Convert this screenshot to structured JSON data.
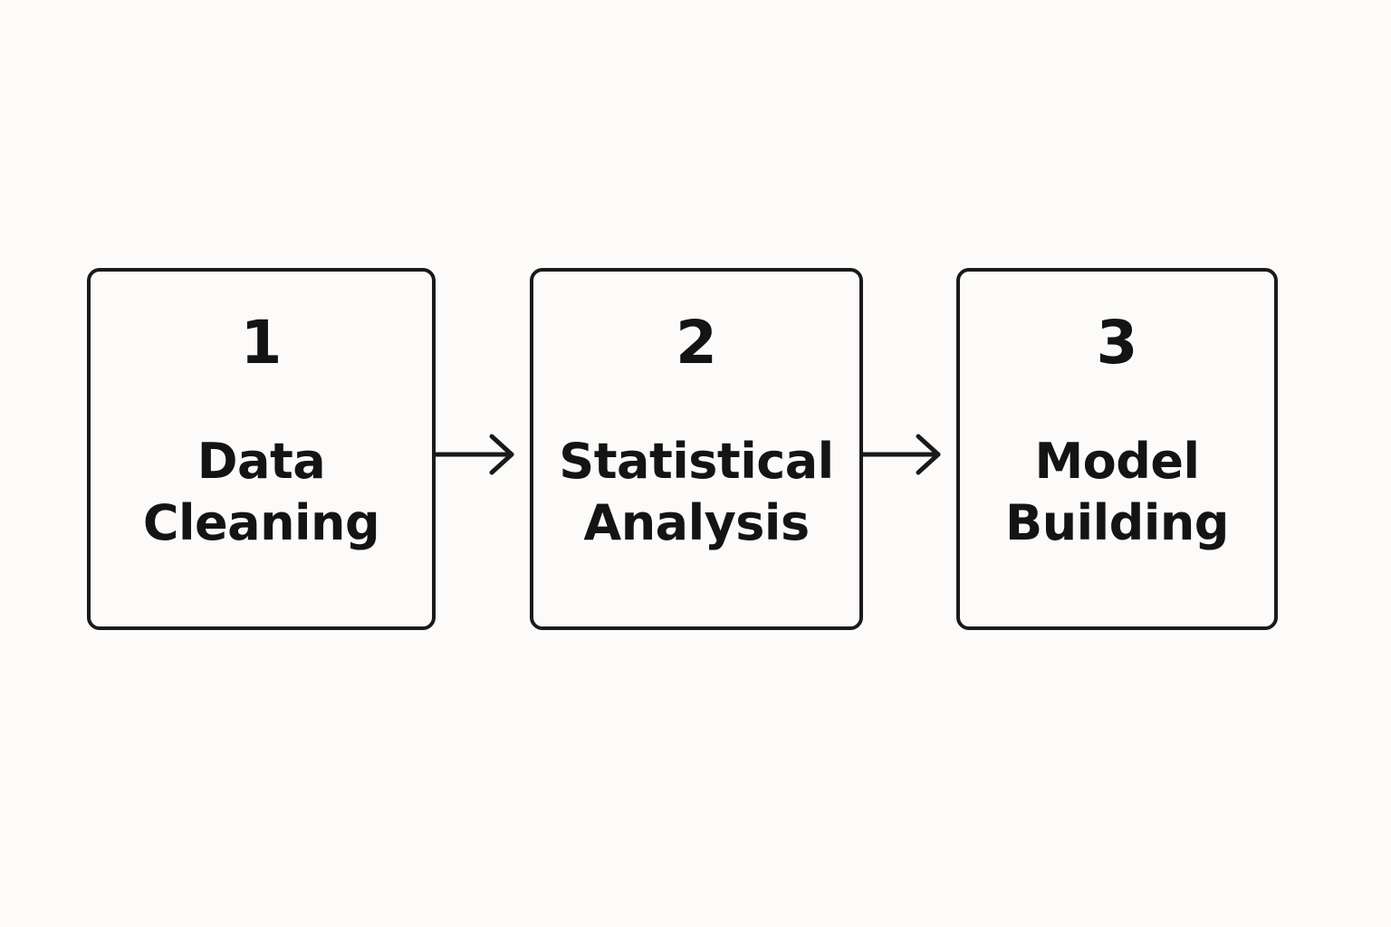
{
  "steps": [
    {
      "number": "1",
      "label_lines": [
        "Data",
        "Cleaning"
      ]
    },
    {
      "number": "2",
      "label_lines": [
        "Statistical",
        "Analysis"
      ]
    },
    {
      "number": "3",
      "label_lines": [
        "Model",
        "Building"
      ]
    }
  ],
  "colors": {
    "background": "#fcfbf9",
    "stroke": "#1a1a1a",
    "text": "#141414"
  },
  "icons": [
    "arrow-right-icon",
    "arrow-right-icon"
  ]
}
